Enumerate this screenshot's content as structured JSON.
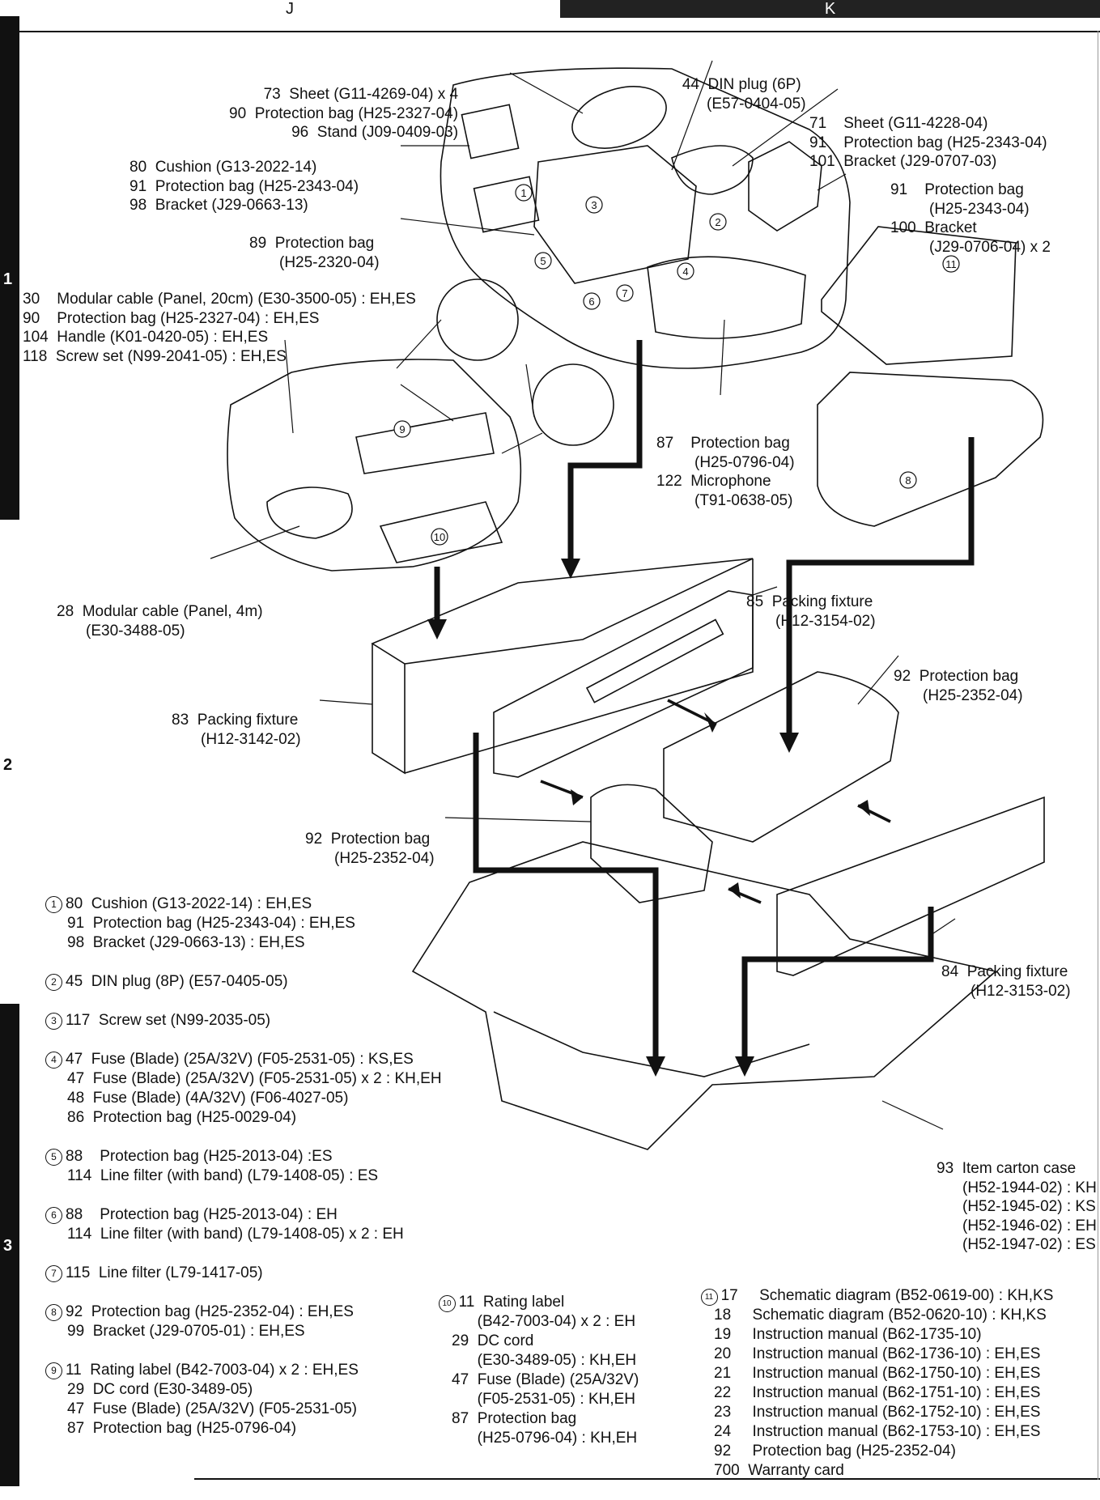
{
  "header": {
    "col_j": "J",
    "col_k": "K"
  },
  "row_markers": [
    "1",
    "2",
    "3"
  ],
  "callouts": {
    "c73": [
      "73  Sheet (G11-4269-04) x 4",
      "90  Protection bag (H25-2327-04)",
      "96  Stand (J09-0409-03)"
    ],
    "c44": [
      "44  DIN plug (6P)",
      "(E57-0404-05)"
    ],
    "c71": [
      "71    Sheet (G11-4228-04)",
      "91    Protection bag (H25-2343-04)",
      "101  Bracket (J29-0707-03)"
    ],
    "c80": [
      "80  Cushion (G13-2022-14)",
      "91  Protection bag (H25-2343-04)",
      "98  Bracket (J29-0663-13)"
    ],
    "c91": [
      "91    Protection bag",
      "(H25-2343-04)",
      "100  Bracket",
      "(J29-0706-04) x 2"
    ],
    "c89": [
      "89  Protection bag",
      "(H25-2320-04)"
    ],
    "c30": [
      "30    Modular cable (Panel, 20cm) (E30-3500-05) : EH,ES",
      "90    Protection bag (H25-2327-04) : EH,ES",
      "104  Handle (K01-0420-05) : EH,ES",
      "118  Screw set (N99-2041-05) : EH,ES"
    ],
    "c87": [
      "87    Protection bag",
      "(H25-0796-04)",
      "122  Microphone",
      "(T91-0638-05)"
    ],
    "c28": [
      "28  Modular cable (Panel, 4m)",
      "(E30-3488-05)"
    ],
    "c85": [
      "85  Packing fixture",
      "(H12-3154-02)"
    ],
    "c92a": [
      "92  Protection bag",
      "(H25-2352-04)"
    ],
    "c83": [
      "83  Packing fixture",
      "(H12-3142-02)"
    ],
    "c92b": [
      "92  Protection bag",
      "(H25-2352-04)"
    ],
    "c84": [
      "84  Packing fixture",
      "(H12-3153-02)"
    ],
    "c93": [
      "93  Item carton case",
      "(H52-1944-02) : KH",
      "(H52-1945-02) : KS",
      "(H52-1946-02) : EH",
      "(H52-1947-02) : ES"
    ]
  },
  "legend": [
    {
      "mark": "1",
      "lines": [
        "80  Cushion (G13-2022-14) : EH,ES",
        "91  Protection bag (H25-2343-04) : EH,ES",
        "98  Bracket (J29-0663-13) : EH,ES"
      ]
    },
    {
      "mark": "2",
      "lines": [
        "45  DIN plug (8P) (E57-0405-05)"
      ]
    },
    {
      "mark": "3",
      "lines": [
        "117  Screw set (N99-2035-05)"
      ]
    },
    {
      "mark": "4",
      "lines": [
        "47  Fuse (Blade) (25A/32V) (F05-2531-05) : KS,ES",
        "47  Fuse (Blade) (25A/32V) (F05-2531-05) x 2 : KH,EH",
        "48  Fuse (Blade) (4A/32V) (F06-4027-05)",
        "86  Protection bag (H25-0029-04)"
      ]
    },
    {
      "mark": "5",
      "lines": [
        "88    Protection bag (H25-2013-04) :ES",
        "114  Line filter (with band) (L79-1408-05) : ES"
      ]
    },
    {
      "mark": "6",
      "lines": [
        "88    Protection bag (H25-2013-04) : EH",
        "114  Line filter (with band) (L79-1408-05) x 2 : EH"
      ]
    },
    {
      "mark": "7",
      "lines": [
        "115  Line filter (L79-1417-05)"
      ]
    },
    {
      "mark": "8",
      "lines": [
        "92  Protection bag (H25-2352-04) : EH,ES",
        "99  Bracket (J29-0705-01) : EH,ES"
      ]
    },
    {
      "mark": "9",
      "lines": [
        "11  Rating label (B42-7003-04) x 2 : EH,ES",
        "29  DC cord (E30-3489-05)",
        "47  Fuse (Blade) (25A/32V) (F05-2531-05)",
        "87  Protection bag (H25-0796-04)"
      ]
    }
  ],
  "legend10": {
    "mark": "10",
    "lines": [
      "11  Rating label",
      "      (B42-7003-04) x 2 : EH",
      "29  DC cord",
      "      (E30-3489-05) : KH,EH",
      "47  Fuse (Blade) (25A/32V)",
      "      (F05-2531-05) : KH,EH",
      "87  Protection bag",
      "      (H25-0796-04) : KH,EH"
    ]
  },
  "legend11": {
    "mark": "11",
    "lines": [
      "17     Schematic diagram (B52-0619-00) : KH,KS",
      "18     Schematic diagram (B52-0620-10) : KH,KS",
      "19     Instruction manual (B62-1735-10)",
      "20     Instruction manual (B62-1736-10) : EH,ES",
      "21     Instruction manual (B62-1750-10) : EH,ES",
      "22     Instruction manual (B62-1751-10) : EH,ES",
      "23     Instruction manual (B62-1752-10) : EH,ES",
      "24     Instruction manual (B62-1753-10) : EH,ES",
      "92     Protection bag (H25-2352-04)",
      "700  Warranty card"
    ]
  },
  "circled_marks": [
    "1",
    "2",
    "3",
    "4",
    "5",
    "6",
    "7",
    "8",
    "9",
    "10",
    "11"
  ]
}
